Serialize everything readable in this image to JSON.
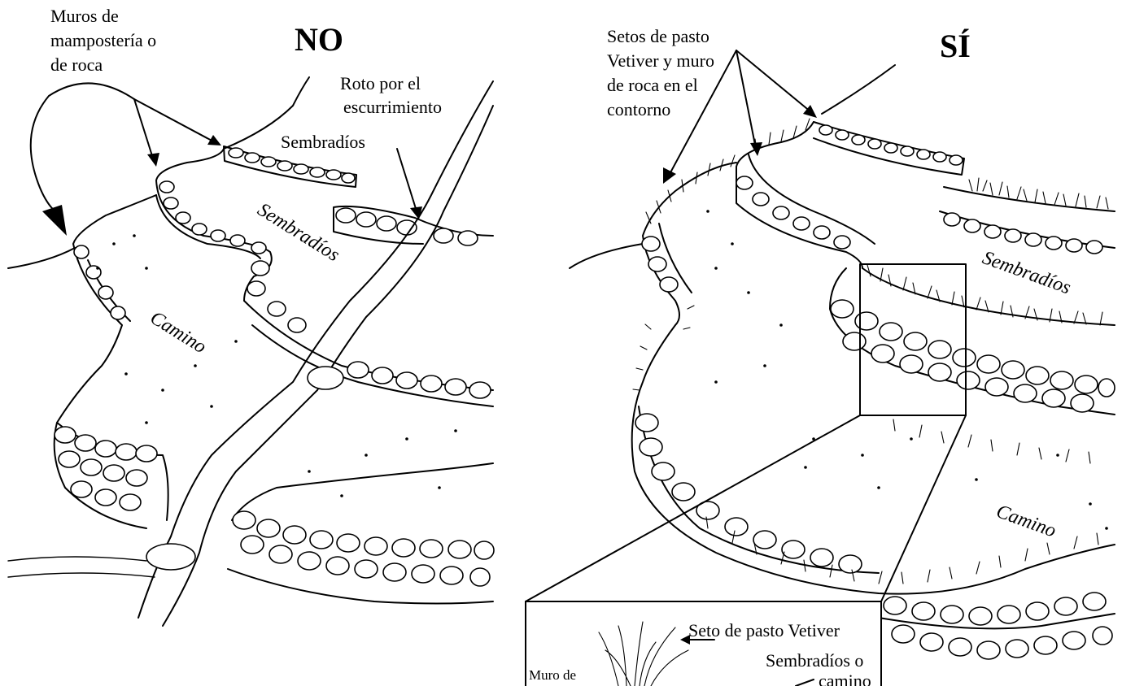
{
  "panels": {
    "no": {
      "heading": "NO",
      "label_walls": [
        "Muros de",
        "mampostería o",
        "de roca"
      ],
      "label_runoff": [
        "Roto por el",
        "escurrimiento"
      ],
      "crops_1": "Sembradíos",
      "crops_2": "Sembradíos",
      "road": "Camino"
    },
    "yes": {
      "heading": "SÍ",
      "label_hedges": [
        "Setos de pasto",
        "Vetiver y muro",
        "de roca en el",
        "contorno"
      ],
      "crops": "Sembradíos",
      "road": "Camino",
      "inset": {
        "hedge_label": "Seto de pasto Vetiver",
        "crops_or_road": [
          "Sembradíos o",
          "camino"
        ],
        "wall_label": "Muro de"
      }
    }
  },
  "colors": {
    "ink": "#000000",
    "paper": "#ffffff"
  }
}
